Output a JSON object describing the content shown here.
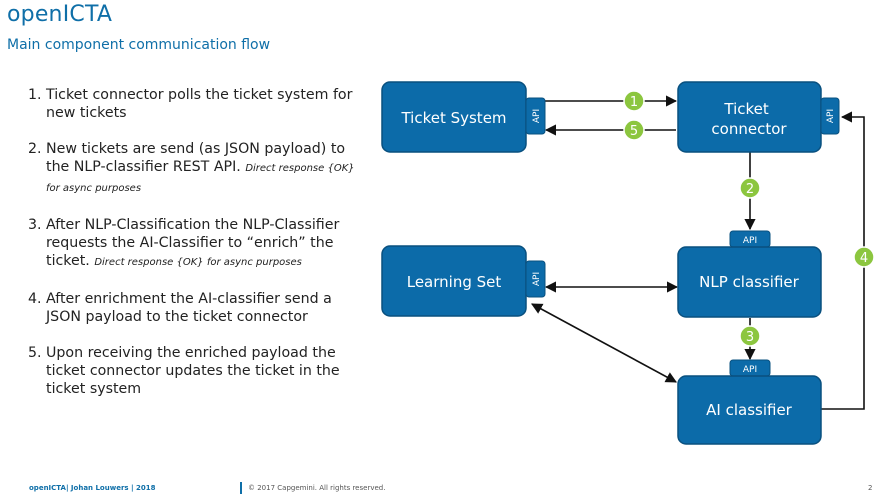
{
  "header": {
    "title": "openICTA",
    "subtitle": "Main component communication flow"
  },
  "steps": [
    {
      "num": "1.",
      "text": "Ticket connector polls the ticket system for new tickets",
      "note": ""
    },
    {
      "num": "2.",
      "text": "New tickets are send (as JSON payload) to the NLP-classifier REST API. ",
      "note": "Direct response {OK} for async purposes"
    },
    {
      "num": "3.",
      "text": "After NLP-Classification the NLP-Classifier requests the AI-Classifier to “enrich” the ticket. ",
      "note": "Direct response {OK} for async purposes"
    },
    {
      "num": "4.",
      "text": "After enrichment the AI-classifier send a JSON payload to the ticket connector",
      "note": ""
    },
    {
      "num": "5.",
      "text": "Upon receiving the enriched payload the ticket connector updates the ticket in the ticket system",
      "note": ""
    }
  ],
  "diagram": {
    "nodes": {
      "ticket_system": "Ticket System",
      "ticket_connector_line1": "Ticket",
      "ticket_connector_line2": "connector",
      "learning_set": "Learning Set",
      "nlp_classifier": "NLP classifier",
      "ai_classifier": "AI classifier"
    },
    "api_label": "API",
    "badges": [
      "1",
      "2",
      "3",
      "4",
      "5"
    ],
    "colors": {
      "node_fill": "#0c6ba9",
      "node_stroke": "#09507f",
      "badge_fill": "#8cc63f",
      "arrow": "#111111"
    }
  },
  "footer": {
    "left": "openICTA| Johan Louwers | 2018",
    "copyright": "© 2017 Capgemini. All rights reserved.",
    "page": "2"
  }
}
